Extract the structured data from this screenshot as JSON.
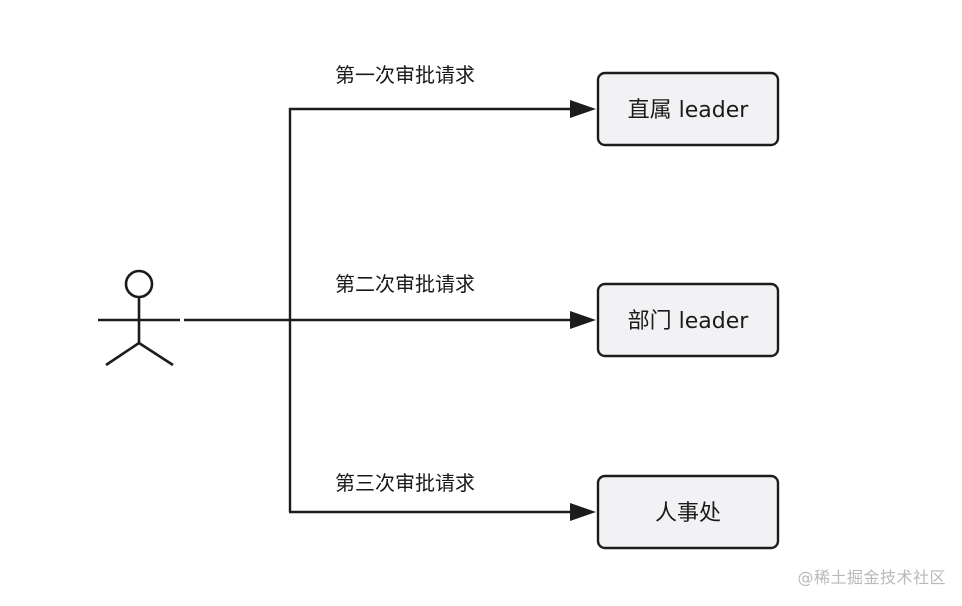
{
  "diagram": {
    "edges": [
      {
        "label": "第一次审批请求"
      },
      {
        "label": "第二次审批请求"
      },
      {
        "label": "第三次审批请求"
      }
    ],
    "nodes": [
      {
        "label": "直属 leader"
      },
      {
        "label": "部门 leader"
      },
      {
        "label": "人事处"
      }
    ]
  },
  "watermark": "@稀土掘金技术社区"
}
